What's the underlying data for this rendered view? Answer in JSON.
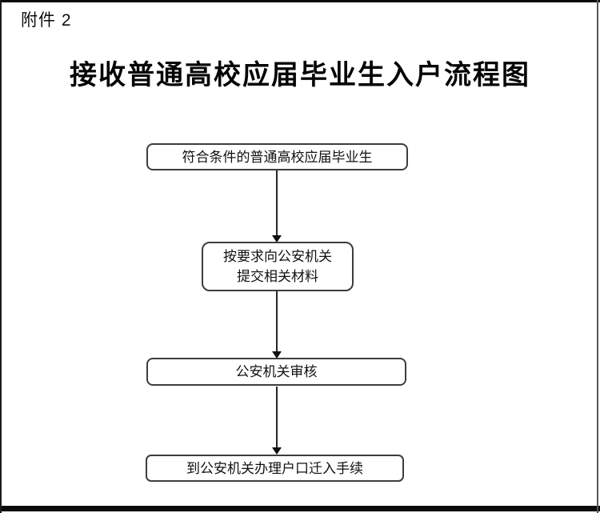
{
  "page": {
    "attachment_label": "附件 2",
    "title": "接收普通高校应届毕业生入户流程图"
  },
  "flowchart": {
    "steps": [
      {
        "label": "符合条件的普通高校应届毕业生"
      },
      {
        "label": "按要求向公安机关\n提交相关材料"
      },
      {
        "label": "公安机关审核"
      },
      {
        "label": "到公安机关办理户口迁入手续"
      }
    ]
  },
  "colors": {
    "page_background": "#ffffff",
    "page_border": "#0a0a0a",
    "box_border": "#3d3d3d",
    "text": "#111111"
  }
}
